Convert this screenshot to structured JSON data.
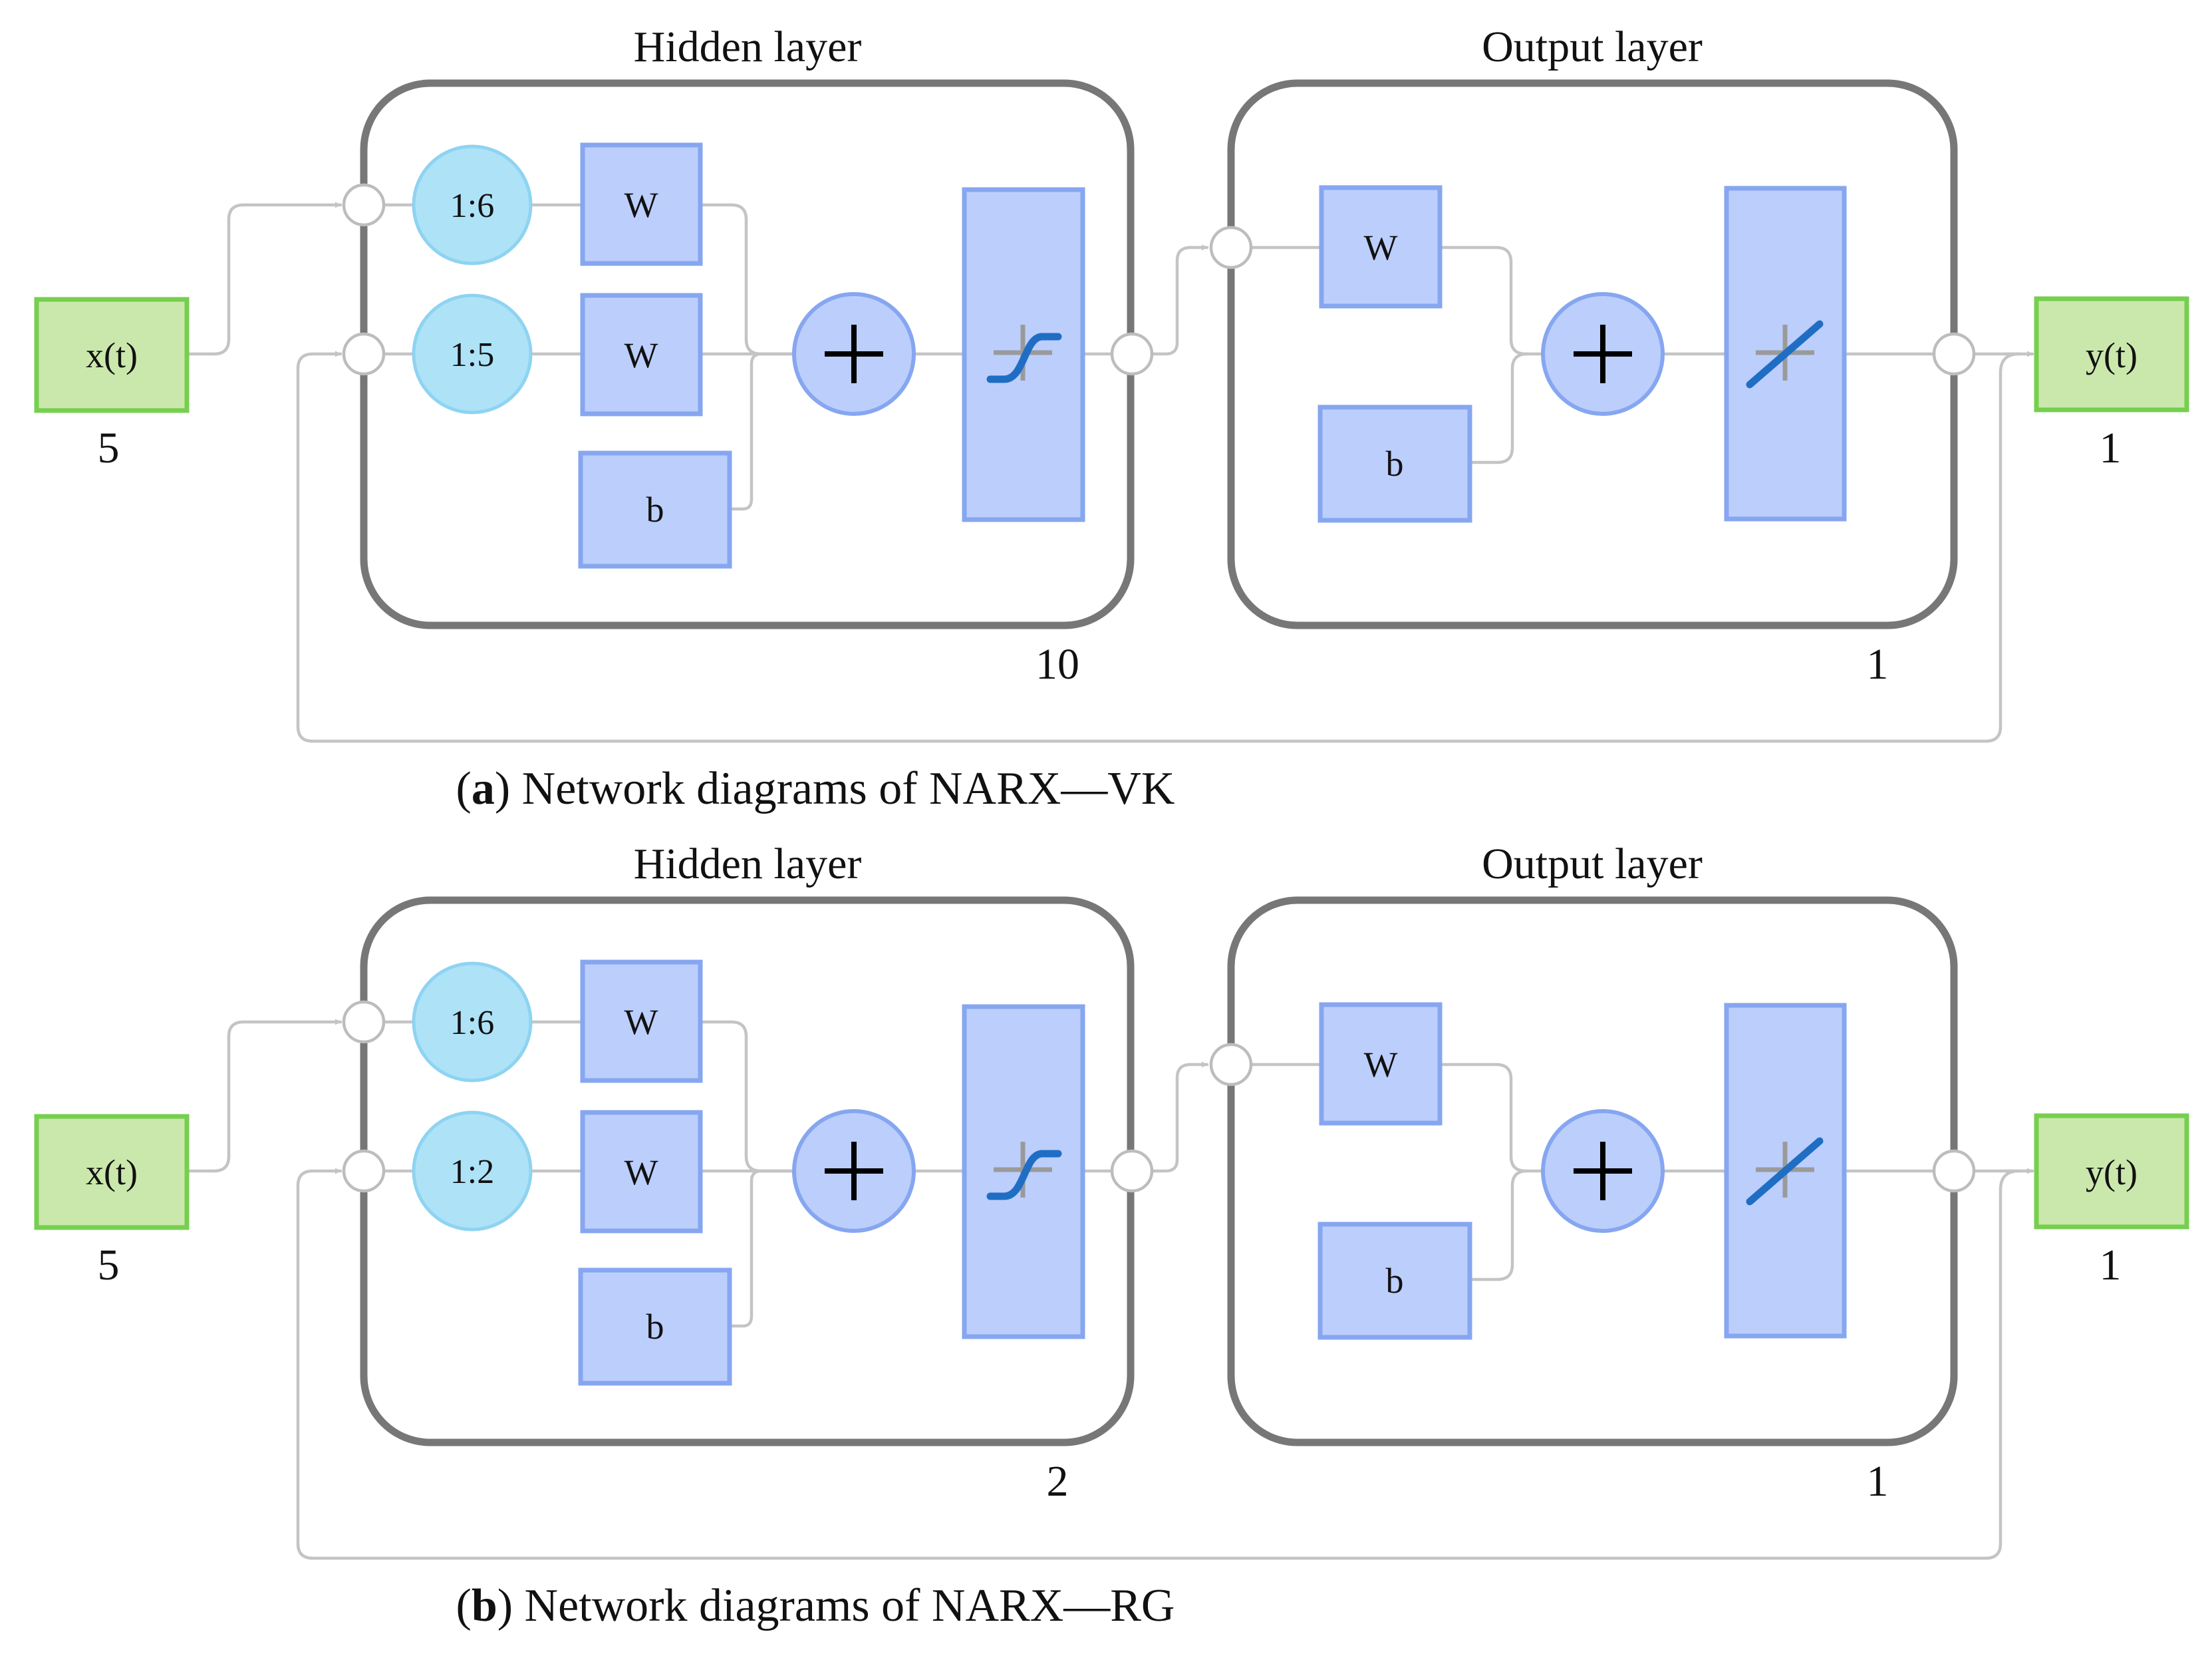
{
  "panels": [
    {
      "caption_letter": "a",
      "caption_text": ") Network diagrams of NARX—VK",
      "input": {
        "label": "x(t)",
        "size": "5"
      },
      "output": {
        "label": "y(t)",
        "size": "1"
      },
      "hidden_layer": {
        "title": "Hidden layer",
        "delays": [
          "1:6",
          "1:5"
        ],
        "weight_label": "W",
        "bias_label": "b",
        "size": "10",
        "transfer": "tansig-icon"
      },
      "output_layer": {
        "title": "Output layer",
        "weight_label": "W",
        "bias_label": "b",
        "size": "1",
        "transfer": "purelin-icon"
      }
    },
    {
      "caption_letter": "b",
      "caption_text": ") Network diagrams of NARX—RG",
      "input": {
        "label": "x(t)",
        "size": "5"
      },
      "output": {
        "label": "y(t)",
        "size": "1"
      },
      "hidden_layer": {
        "title": "Hidden layer",
        "delays": [
          "1:6",
          "1:2"
        ],
        "weight_label": "W",
        "bias_label": "b",
        "size": "2",
        "transfer": "tansig-icon"
      },
      "output_layer": {
        "title": "Output layer",
        "weight_label": "W",
        "bias_label": "b",
        "size": "1",
        "transfer": "purelin-icon"
      }
    }
  ],
  "colors": {
    "input_output_fill": "#cbe8ac",
    "input_output_border": "#76cf4f",
    "delay_fill": "#aee2f7",
    "block_fill": "#bccefc",
    "block_border": "#86a6f0",
    "layer_border": "#777777",
    "connection": "#c4c4c4",
    "transfer_curve": "#1f6ec4"
  }
}
